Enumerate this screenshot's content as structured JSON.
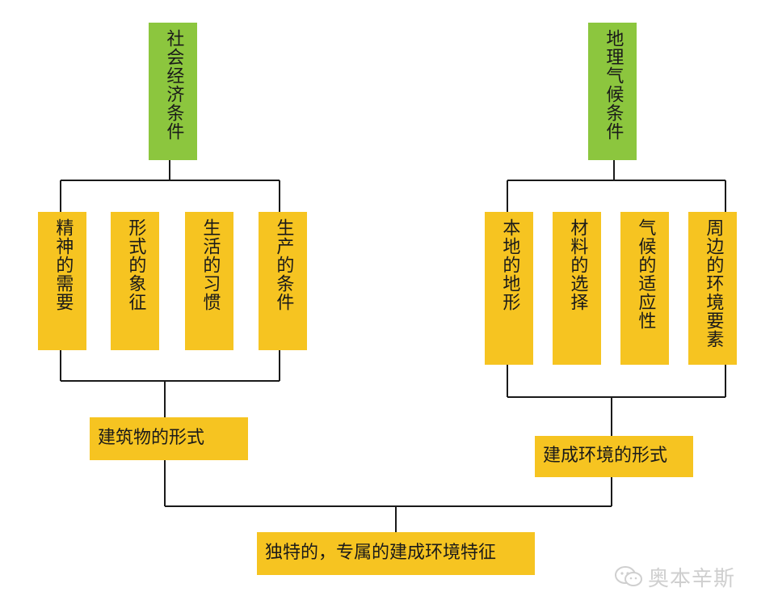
{
  "diagram": {
    "top_left": "社会经济条件",
    "top_right": "地理气候条件",
    "left_factors": [
      "精神的需要",
      "形式的象征",
      "生活的习惯",
      "生产的条件"
    ],
    "right_factors": [
      "本地的地形",
      "材料的选择",
      "气候的适应性",
      "周边的环境要素"
    ],
    "left_result": "建筑物的形式",
    "right_result": "建成环境的形式",
    "final": "独特的，专属的建成环境特征"
  },
  "watermark": {
    "text": "奥本辛斯",
    "icon": "wechat-icon"
  },
  "colors": {
    "green": "#8cc63e",
    "yellow": "#f6c421",
    "line": "#1a1a1a"
  }
}
